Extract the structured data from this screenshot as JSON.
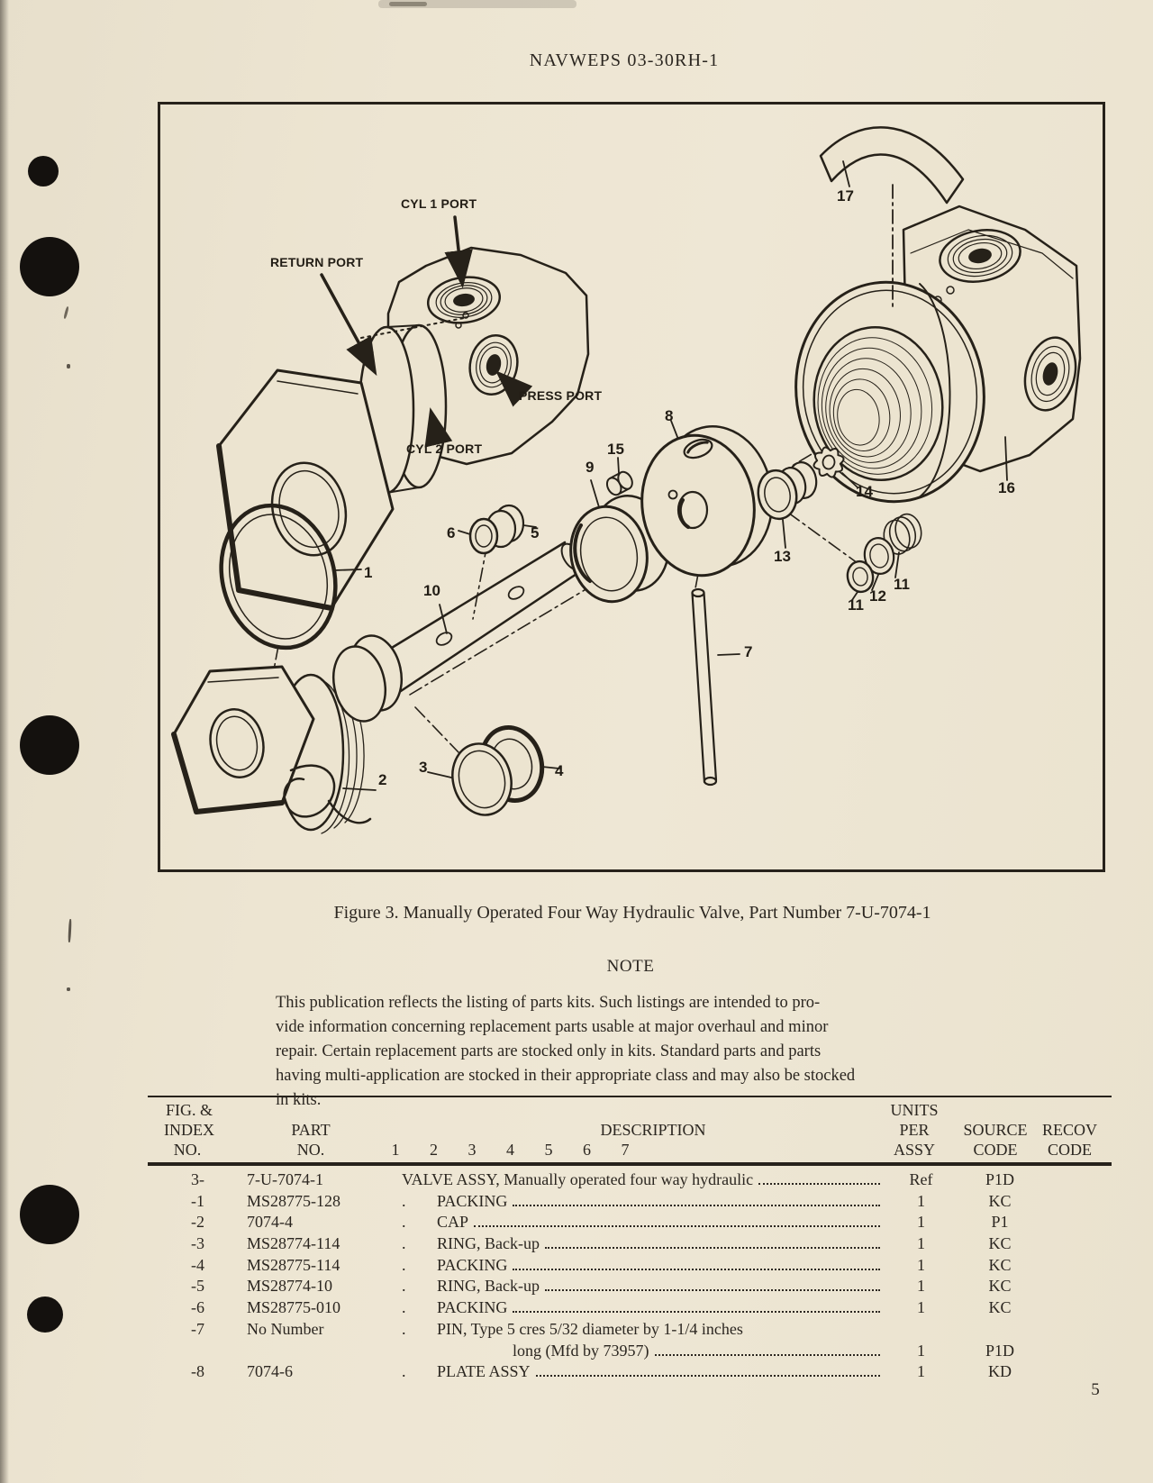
{
  "page": {
    "header": "NAVWEPS 03-30RH-1",
    "page_number": "5",
    "paper_color": "#ece4d0",
    "ink_color": "#2b2620"
  },
  "figure": {
    "caption": "Figure 3.  Manually Operated Four Way Hydraulic Valve, Part Number 7-U-7074-1",
    "port_labels": {
      "cyl1_port": "CYL 1 PORT",
      "return_port": "RETURN PORT",
      "press_port": "PRESS PORT",
      "cyl2_port": "CYL 2 PORT"
    },
    "callouts": [
      "1",
      "2",
      "3",
      "4",
      "5",
      "6",
      "7",
      "8",
      "9",
      "10",
      "11",
      "12",
      "11",
      "13",
      "14",
      "15",
      "16",
      "17"
    ]
  },
  "note": {
    "heading": "NOTE",
    "lines": [
      "This publication reflects the listing of parts kits. Such listings are intended to pro-",
      "vide information concerning replacement parts usable at major overhaul and minor",
      "repair.  Certain replacement parts are stocked only in kits.  Standard parts and parts",
      "having multi-application are stocked in their appropriate class and may also be stocked",
      "in kits."
    ]
  },
  "table": {
    "headers": {
      "fig_col": [
        "FIG. &",
        "INDEX",
        "NO."
      ],
      "part_col": [
        "PART",
        "NO."
      ],
      "description": "DESCRIPTION",
      "level_numbers": [
        "1",
        "2",
        "3",
        "4",
        "5",
        "6",
        "7"
      ],
      "units_col": [
        "UNITS",
        "PER",
        "ASSY"
      ],
      "source_col": [
        "SOURCE",
        "CODE"
      ],
      "recov_col": [
        "RECOV",
        "CODE"
      ]
    },
    "rows": [
      {
        "index": "3-",
        "part": "7-U-7074-1",
        "indent": 0,
        "desc": "VALVE ASSY, Manually operated four way hydraulic",
        "units": "Ref",
        "source": "P1D",
        "recov": "",
        "leader": true
      },
      {
        "index": "-1",
        "part": "MS28775-128",
        "indent": 1,
        "desc": "PACKING",
        "units": "1",
        "source": "KC",
        "recov": "",
        "leader": true
      },
      {
        "index": "-2",
        "part": "7074-4",
        "indent": 1,
        "desc": "CAP",
        "units": "1",
        "source": "P1",
        "recov": "",
        "leader": true
      },
      {
        "index": "-3",
        "part": "MS28774-114",
        "indent": 1,
        "desc": "RING, Back-up",
        "units": "1",
        "source": "KC",
        "recov": "",
        "leader": true
      },
      {
        "index": "-4",
        "part": "MS28775-114",
        "indent": 1,
        "desc": "PACKING",
        "units": "1",
        "source": "KC",
        "recov": "",
        "leader": true
      },
      {
        "index": "-5",
        "part": "MS28774-10",
        "indent": 1,
        "desc": "RING, Back-up",
        "units": "1",
        "source": "KC",
        "recov": "",
        "leader": true
      },
      {
        "index": "-6",
        "part": "MS28775-010",
        "indent": 1,
        "desc": "PACKING",
        "units": "1",
        "source": "KC",
        "recov": "",
        "leader": true
      },
      {
        "index": "-7",
        "part": "No Number",
        "indent": 1,
        "desc": "PIN, Type 5 cres 5/32 diameter by 1-1/4 inches",
        "continuation": "long (Mfd by 73957)",
        "units": "1",
        "source": "P1D",
        "recov": "",
        "leader": false
      },
      {
        "index": "-8",
        "part": "7074-6",
        "indent": 1,
        "desc": "PLATE ASSY",
        "units": "1",
        "source": "KD",
        "recov": "",
        "leader": true
      }
    ]
  }
}
